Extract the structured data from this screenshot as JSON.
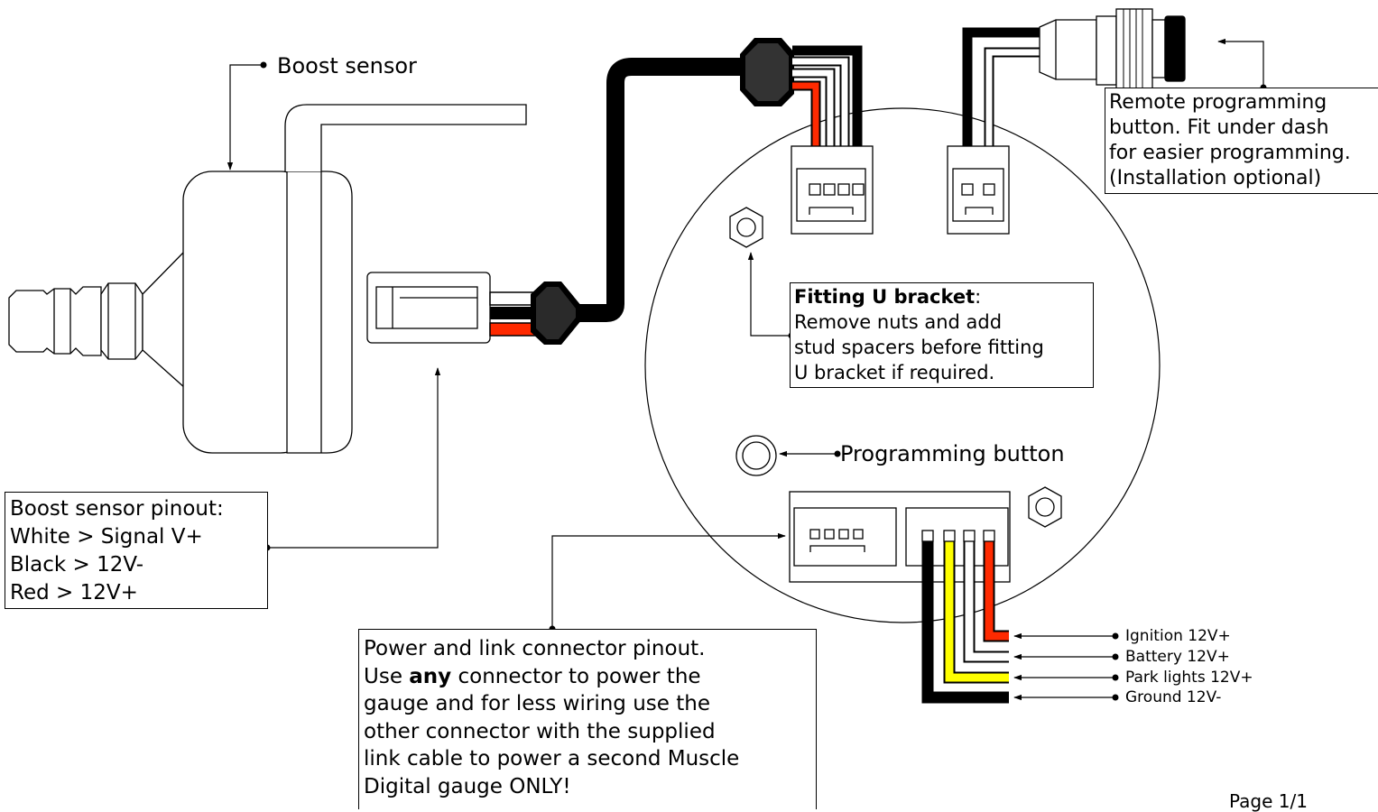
{
  "labels": {
    "boost_sensor": "Boost sensor",
    "programming_button": "Programming button"
  },
  "pinout_box": {
    "lines": [
      "Boost sensor pinout:",
      "White > Signal V+",
      "Black > 12V-",
      "Red > 12V+"
    ]
  },
  "remote_box": {
    "lines": [
      "Remote programming",
      "button. Fit under dash",
      "for easier programming.",
      "(Installation optional)"
    ]
  },
  "bracket_box": {
    "title": "Fitting U bracket",
    "title_suffix": ":",
    "lines": [
      "Remove nuts and add",
      "stud spacers before fitting",
      "U bracket if required."
    ]
  },
  "power_box": {
    "line1": "Power and link connector pinout.",
    "line2_pre": "Use ",
    "line2_bold": "any",
    "line2_post": " connector to power the",
    "lines": [
      "gauge and for less wiring use the",
      "other connector with the supplied",
      "link cable to power a second Muscle",
      "Digital gauge ONLY!"
    ]
  },
  "wire_labels": [
    "Ignition 12V+",
    "Battery 12V+",
    "Park lights 12V+",
    "Ground 12V-"
  ],
  "footer": "Page 1/1",
  "colors": {
    "red": "#ff2a00",
    "yellow": "#ffff00",
    "black": "#000000",
    "white": "#ffffff",
    "accent_line": "#000000"
  }
}
